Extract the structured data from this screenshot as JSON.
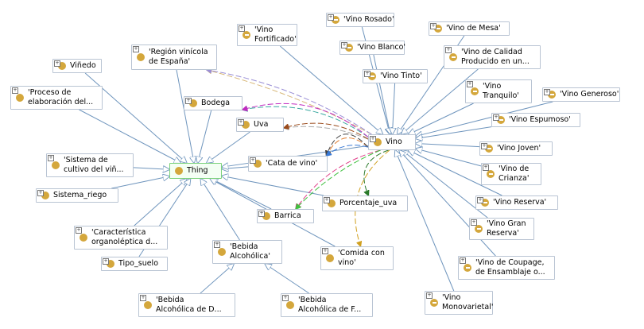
{
  "colors": {
    "hierarchy_edge": "#6f95bd",
    "node_border": "#b9c4d3",
    "class_dot": "#d4a73c",
    "thing_border": "#7bd27b"
  },
  "icons": {
    "class": "class-circle-icon",
    "individual": "individual-circle-icon",
    "expand": "expand-plus-icon"
  },
  "nodes": [
    {
      "id": "thing",
      "label": "Thing",
      "kind": "class"
    },
    {
      "id": "vino",
      "label": "Vino",
      "kind": "class"
    },
    {
      "id": "vinedo",
      "label": "Viñedo",
      "kind": "class"
    },
    {
      "id": "proceso",
      "label": "'Proceso de\nelaboración del...",
      "kind": "class"
    },
    {
      "id": "region",
      "label": "'Región vinícola\nde España'",
      "kind": "class"
    },
    {
      "id": "bodega",
      "label": "Bodega",
      "kind": "class"
    },
    {
      "id": "uva",
      "label": "Uva",
      "kind": "class"
    },
    {
      "id": "cata",
      "label": "'Cata de vino'",
      "kind": "class"
    },
    {
      "id": "sistema_cultivo",
      "label": "'Sistema de\ncultivo del viñ...",
      "kind": "class"
    },
    {
      "id": "sistema_riego",
      "label": "Sistema_riego",
      "kind": "class"
    },
    {
      "id": "caracteristica",
      "label": "'Característica\norganoléptica d...",
      "kind": "class"
    },
    {
      "id": "tipo_suelo",
      "label": "Tipo_suelo",
      "kind": "class"
    },
    {
      "id": "barrica",
      "label": "Barrica",
      "kind": "class"
    },
    {
      "id": "porcentaje",
      "label": "Porcentaje_uva",
      "kind": "class"
    },
    {
      "id": "comida",
      "label": "'Comida con\nvino'",
      "kind": "class"
    },
    {
      "id": "bebida",
      "label": "'Bebida\nAlcohólica'",
      "kind": "class"
    },
    {
      "id": "bebida_d",
      "label": "'Bebida\nAlcohólica de D...",
      "kind": "class"
    },
    {
      "id": "bebida_f",
      "label": "'Bebida\nAlcohólica de F...",
      "kind": "class"
    },
    {
      "id": "vino_fortificado",
      "label": "'Vino\nFortificado'",
      "kind": "individual"
    },
    {
      "id": "vino_rosado",
      "label": "'Vino Rosado'",
      "kind": "individual"
    },
    {
      "id": "vino_blanco",
      "label": "'Vino Blanco'",
      "kind": "individual"
    },
    {
      "id": "vino_tinto",
      "label": "'Vino Tinto'",
      "kind": "individual"
    },
    {
      "id": "vino_mesa",
      "label": "'Vino de Mesa'",
      "kind": "individual"
    },
    {
      "id": "vino_calidad",
      "label": "'Vino de Calidad\nProducido en un...",
      "kind": "individual"
    },
    {
      "id": "vino_tranquilo",
      "label": "'Vino\nTranquilo'",
      "kind": "individual"
    },
    {
      "id": "vino_generoso",
      "label": "'Vino Generoso'",
      "kind": "individual"
    },
    {
      "id": "vino_espumoso",
      "label": "'Vino Espumoso'",
      "kind": "individual"
    },
    {
      "id": "vino_joven",
      "label": "'Vino Joven'",
      "kind": "individual"
    },
    {
      "id": "vino_crianza",
      "label": "'Vino de\nCrianza'",
      "kind": "individual"
    },
    {
      "id": "vino_reserva",
      "label": "'Vino Reserva'",
      "kind": "individual"
    },
    {
      "id": "vino_gran_reserva",
      "label": "'Vino Gran\nReserva'",
      "kind": "individual"
    },
    {
      "id": "vino_coupage",
      "label": "'Vino de Coupage,\nde Ensamblaje o...",
      "kind": "individual"
    },
    {
      "id": "vino_monovarietal",
      "label": "'Vino\nMonovarietal'",
      "kind": "individual"
    }
  ],
  "hierarchy_edges": [
    [
      "thing",
      "vinedo"
    ],
    [
      "thing",
      "proceso"
    ],
    [
      "thing",
      "region"
    ],
    [
      "thing",
      "bodega"
    ],
    [
      "thing",
      "uva"
    ],
    [
      "thing",
      "cata"
    ],
    [
      "thing",
      "sistema_cultivo"
    ],
    [
      "thing",
      "sistema_riego"
    ],
    [
      "thing",
      "caracteristica"
    ],
    [
      "thing",
      "tipo_suelo"
    ],
    [
      "thing",
      "barrica"
    ],
    [
      "thing",
      "porcentaje"
    ],
    [
      "thing",
      "comida"
    ],
    [
      "thing",
      "bebida"
    ],
    [
      "thing",
      "vino"
    ],
    [
      "bebida",
      "bebida_d"
    ],
    [
      "bebida",
      "bebida_f"
    ],
    [
      "vino",
      "vino_fortificado"
    ],
    [
      "vino",
      "vino_rosado"
    ],
    [
      "vino",
      "vino_blanco"
    ],
    [
      "vino",
      "vino_tinto"
    ],
    [
      "vino",
      "vino_mesa"
    ],
    [
      "vino",
      "vino_calidad"
    ],
    [
      "vino",
      "vino_tranquilo"
    ],
    [
      "vino",
      "vino_generoso"
    ],
    [
      "vino",
      "vino_espumoso"
    ],
    [
      "vino",
      "vino_joven"
    ],
    [
      "vino",
      "vino_crianza"
    ],
    [
      "vino",
      "vino_reserva"
    ],
    [
      "vino",
      "vino_gran_reserva"
    ],
    [
      "vino",
      "vino_coupage"
    ],
    [
      "vino",
      "vino_monovarietal"
    ]
  ],
  "property_edges": [
    {
      "from": "vino",
      "to": "region",
      "color": "#d8b87a"
    },
    {
      "from": "vino",
      "to": "region",
      "color": "#9a8fd6"
    },
    {
      "from": "vino",
      "to": "bodega",
      "color": "#3aa8a0"
    },
    {
      "from": "vino",
      "to": "bodega",
      "color": "#c02ac0"
    },
    {
      "from": "vino",
      "to": "uva",
      "color": "#aaaaaa"
    },
    {
      "from": "vino",
      "to": "uva",
      "color": "#9a4a1a"
    },
    {
      "from": "vino",
      "to": "cata",
      "color": "#e07a2a"
    },
    {
      "from": "vino",
      "to": "cata",
      "color": "#444444"
    },
    {
      "from": "vino",
      "to": "cata",
      "color": "#3a7ad6"
    },
    {
      "from": "vino",
      "to": "barrica",
      "color": "#e0408a"
    },
    {
      "from": "vino",
      "to": "porcentaje",
      "color": "#2a7a2a"
    },
    {
      "from": "vino",
      "to": "comida",
      "color": "#d0a020"
    },
    {
      "from": "vino",
      "to": "barrica",
      "color": "#40c040"
    }
  ]
}
